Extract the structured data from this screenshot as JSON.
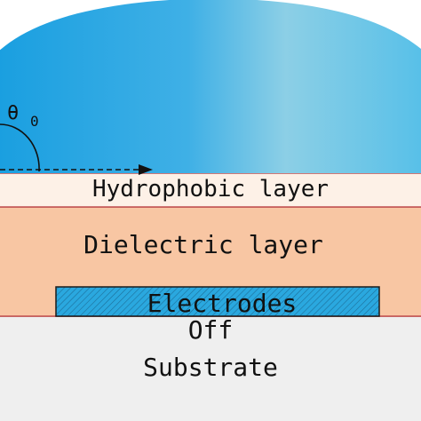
{
  "diagram": {
    "labels": {
      "hydrophobic": "Hydrophobic layer",
      "dielectric": "Dielectric layer",
      "electrodes": "Electrodes",
      "state": "Off",
      "substrate": "Substrate",
      "theta": "θ",
      "theta_subscript": "0"
    },
    "colors": {
      "droplet_left": "#1a9fe0",
      "droplet_mid": "#3fb0e6",
      "droplet_light": "#8ccfe6",
      "droplet_right": "#58c0e8",
      "hydrophobic_fill": "#fdf1e7",
      "dielectric_fill": "#f8c6a3",
      "electrode_fill": "#2aa8df",
      "substrate_fill": "#efefef",
      "outline": "#c05050"
    }
  }
}
